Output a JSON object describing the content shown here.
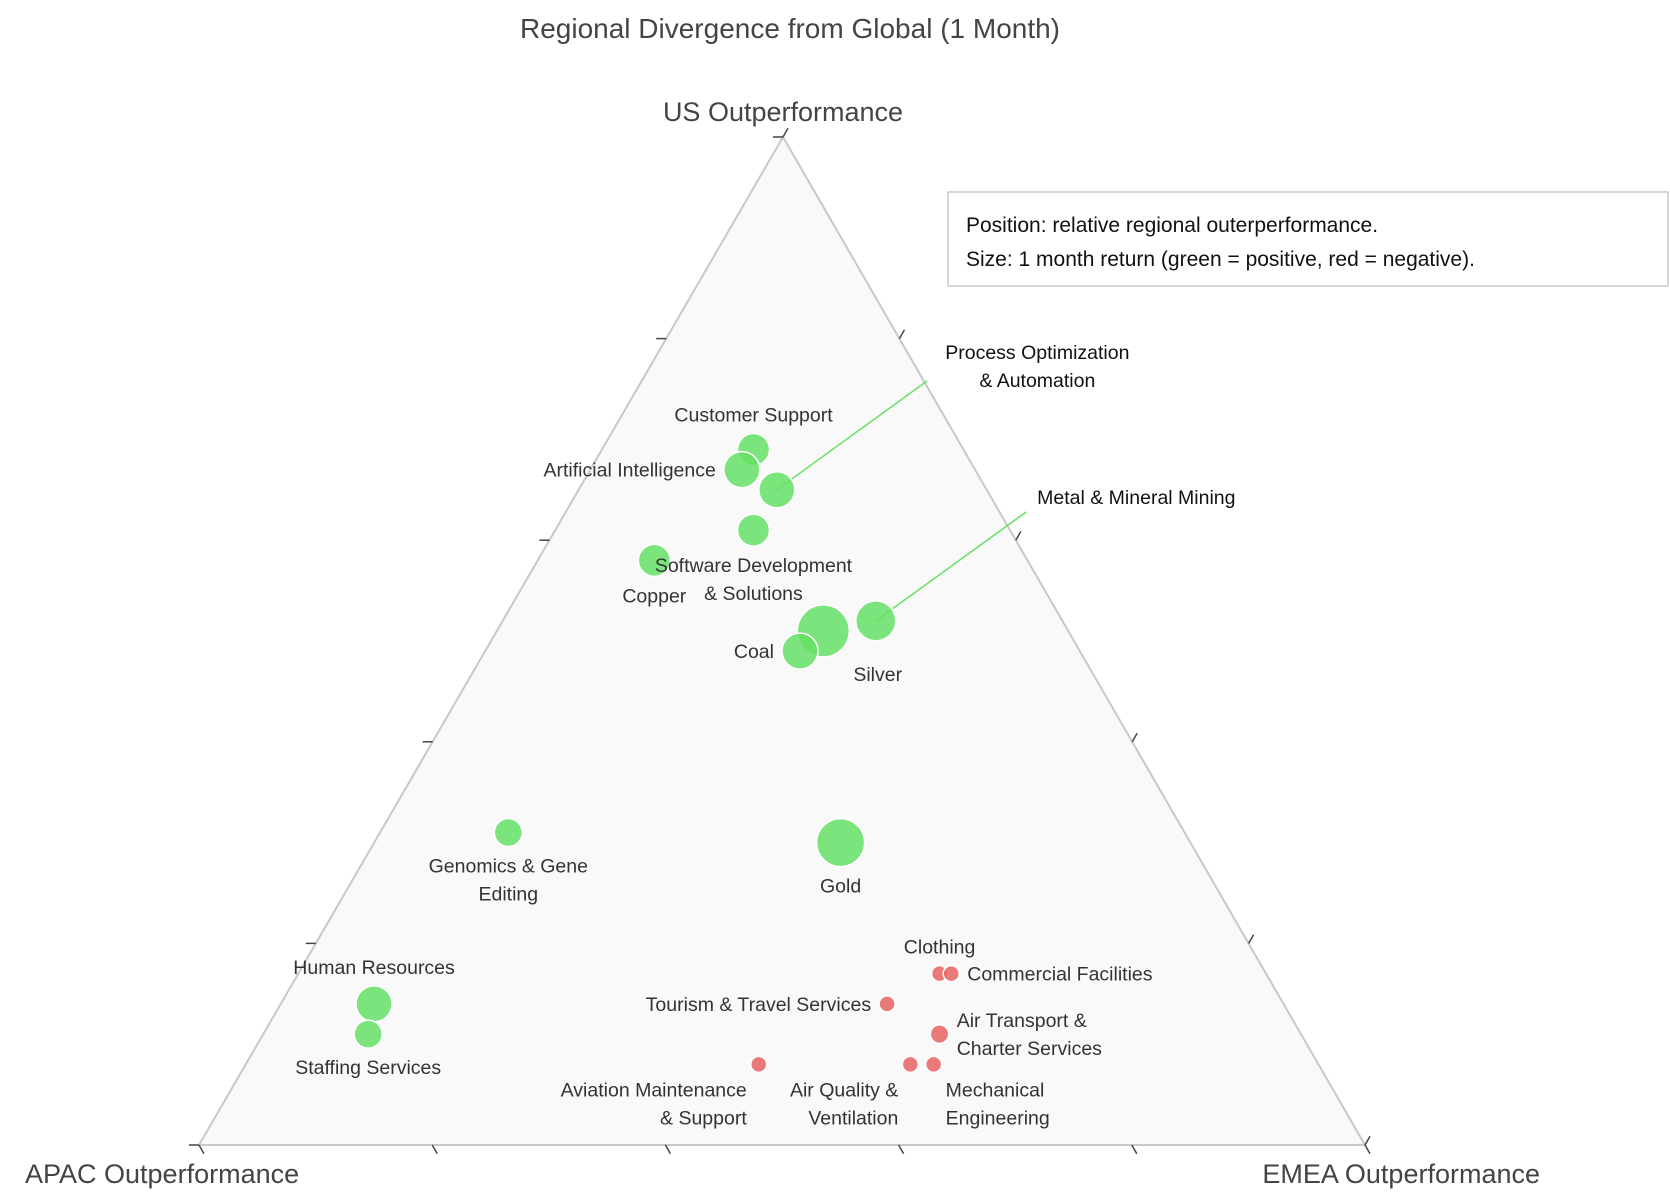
{
  "chart_data": {
    "type": "scatter",
    "subtype": "ternary",
    "title": "Regional Divergence from Global (1 Month)",
    "axes": {
      "top": "US Outperformance",
      "left": "APAC Outperformance",
      "right": "EMEA Outperformance"
    },
    "grid": false,
    "legend_placement": "top-right",
    "annotation": [
      "Position: relative regional outerperformance.",
      "Size: 1 month return (green = positive, red = negative)."
    ],
    "colors": {
      "positive": "#66e066",
      "negative": "#e86464",
      "callout_line": "#66e066",
      "frame": "#c8c8c8",
      "plot_bg": "#f9f9f9"
    },
    "points": [
      {
        "name": [
          "Customer Support"
        ],
        "us": 0.69,
        "apac": 0.18,
        "emea": 0.13,
        "ret": 3.5,
        "sign": "positive",
        "label_pos": "above"
      },
      {
        "name": [
          "Artificial Intelligence"
        ],
        "us": 0.67,
        "apac": 0.2,
        "emea": 0.13,
        "ret": 4.0,
        "sign": "positive",
        "label_pos": "left"
      },
      {
        "name": [
          "Process Optimization",
          "& Automation"
        ],
        "us": 0.65,
        "apac": 0.18,
        "emea": 0.17,
        "ret": 4.0,
        "sign": "positive",
        "label_pos": "callout"
      },
      {
        "name": [
          "Software Development",
          "& Solutions"
        ],
        "us": 0.61,
        "apac": 0.22,
        "emea": 0.17,
        "ret": 3.5,
        "sign": "positive",
        "label_pos": "below"
      },
      {
        "name": [
          "Copper"
        ],
        "us": 0.58,
        "apac": 0.32,
        "emea": 0.1,
        "ret": 3.5,
        "sign": "positive",
        "label_pos": "below"
      },
      {
        "name": [
          "Metal & Mineral Mining"
        ],
        "us": 0.52,
        "apac": 0.16,
        "emea": 0.32,
        "ret": 4.5,
        "sign": "positive",
        "label_pos": "callout"
      },
      {
        "name": [
          "Silver"
        ],
        "us": 0.51,
        "apac": 0.21,
        "emea": 0.28,
        "ret": 6.0,
        "sign": "positive",
        "label_pos": "below-right"
      },
      {
        "name": [
          "Coal"
        ],
        "us": 0.49,
        "apac": 0.24,
        "emea": 0.27,
        "ret": 4.0,
        "sign": "positive",
        "label_pos": "left"
      },
      {
        "name": [
          "Gold"
        ],
        "us": 0.3,
        "apac": 0.3,
        "emea": 0.4,
        "ret": 5.5,
        "sign": "positive",
        "label_pos": "below"
      },
      {
        "name": [
          "Genomics & Gene",
          "Editing"
        ],
        "us": 0.31,
        "apac": 0.58,
        "emea": 0.11,
        "ret": 3.0,
        "sign": "positive",
        "label_pos": "below"
      },
      {
        "name": [
          "Human Resources"
        ],
        "us": 0.14,
        "apac": 0.78,
        "emea": 0.08,
        "ret": 4.0,
        "sign": "positive",
        "label_pos": "above"
      },
      {
        "name": [
          "Staffing Services"
        ],
        "us": 0.11,
        "apac": 0.8,
        "emea": 0.09,
        "ret": 3.0,
        "sign": "positive",
        "label_pos": "below"
      },
      {
        "name": [
          "Clothing"
        ],
        "us": 0.17,
        "apac": 0.28,
        "emea": 0.55,
        "ret": -1.5,
        "sign": "negative",
        "label_pos": "above"
      },
      {
        "name": [
          "Commercial Facilities"
        ],
        "us": 0.17,
        "apac": 0.27,
        "emea": 0.56,
        "ret": -1.5,
        "sign": "negative",
        "label_pos": "right"
      },
      {
        "name": [
          "Tourism & Travel Services"
        ],
        "us": 0.14,
        "apac": 0.34,
        "emea": 0.52,
        "ret": -1.5,
        "sign": "negative",
        "label_pos": "left"
      },
      {
        "name": [
          "Air Transport &",
          "Charter Services"
        ],
        "us": 0.11,
        "apac": 0.31,
        "emea": 0.58,
        "ret": -1.8,
        "sign": "negative",
        "label_pos": "right"
      },
      {
        "name": [
          "Aviation Maintenance",
          "& Support"
        ],
        "us": 0.08,
        "apac": 0.48,
        "emea": 0.44,
        "ret": -1.5,
        "sign": "negative",
        "label_pos": "below-left"
      },
      {
        "name": [
          "Air Quality &",
          "Ventilation"
        ],
        "us": 0.08,
        "apac": 0.35,
        "emea": 0.57,
        "ret": -1.5,
        "sign": "negative",
        "label_pos": "below-left"
      },
      {
        "name": [
          "Mechanical",
          "Engineering"
        ],
        "us": 0.08,
        "apac": 0.33,
        "emea": 0.59,
        "ret": -1.5,
        "sign": "negative",
        "label_pos": "below-right"
      }
    ]
  }
}
